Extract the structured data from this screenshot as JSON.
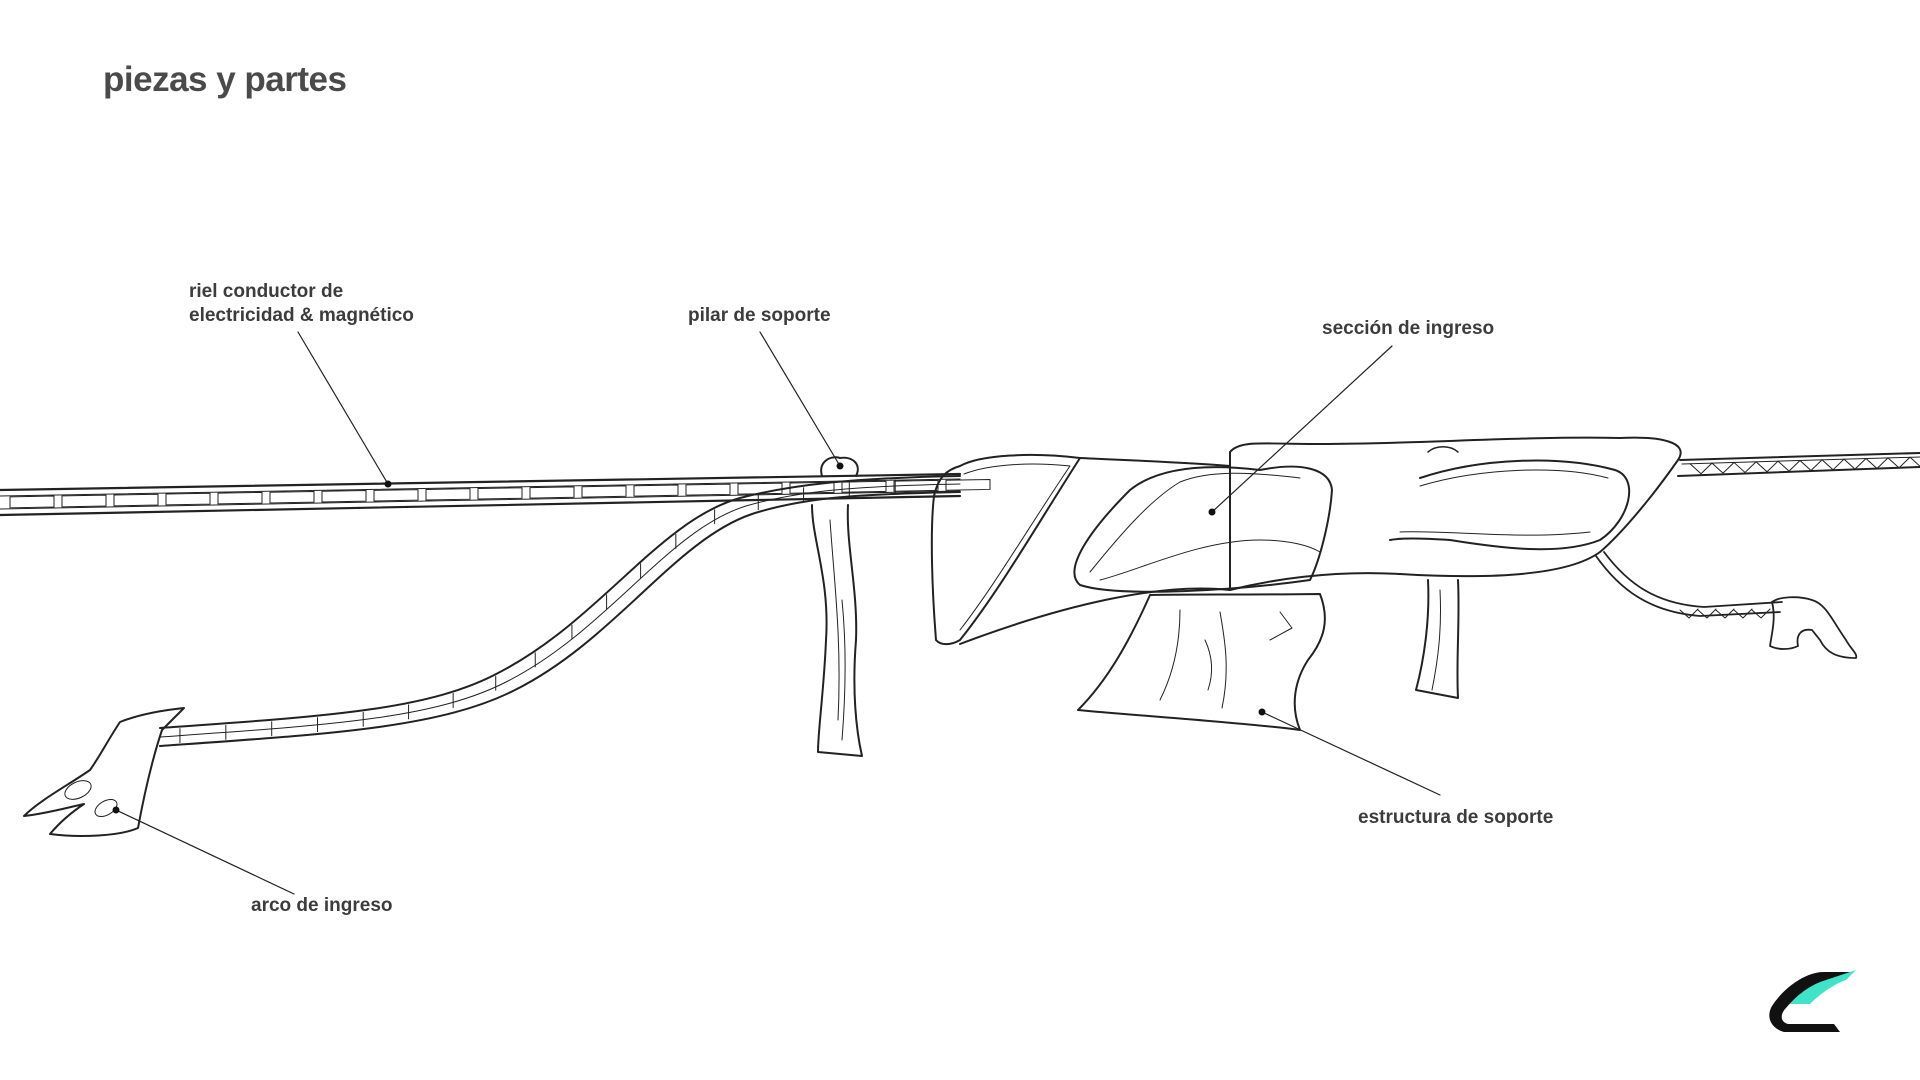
{
  "page": {
    "title": "piezas y partes"
  },
  "labels": {
    "riel_line1": "riel conductor de",
    "riel_line2": "electricidad & magnético",
    "pilar": "pilar de soporte",
    "seccion": "sección de ingreso",
    "estructura": "estructura de soporte",
    "arco": "arco de ingreso"
  },
  "colors": {
    "ink": "#222222",
    "text": "#3c3c3c",
    "brand_accent": "#3fe3c8",
    "brand_dark": "#111111"
  },
  "icons": {
    "logo": "brand-chevron-logo"
  }
}
